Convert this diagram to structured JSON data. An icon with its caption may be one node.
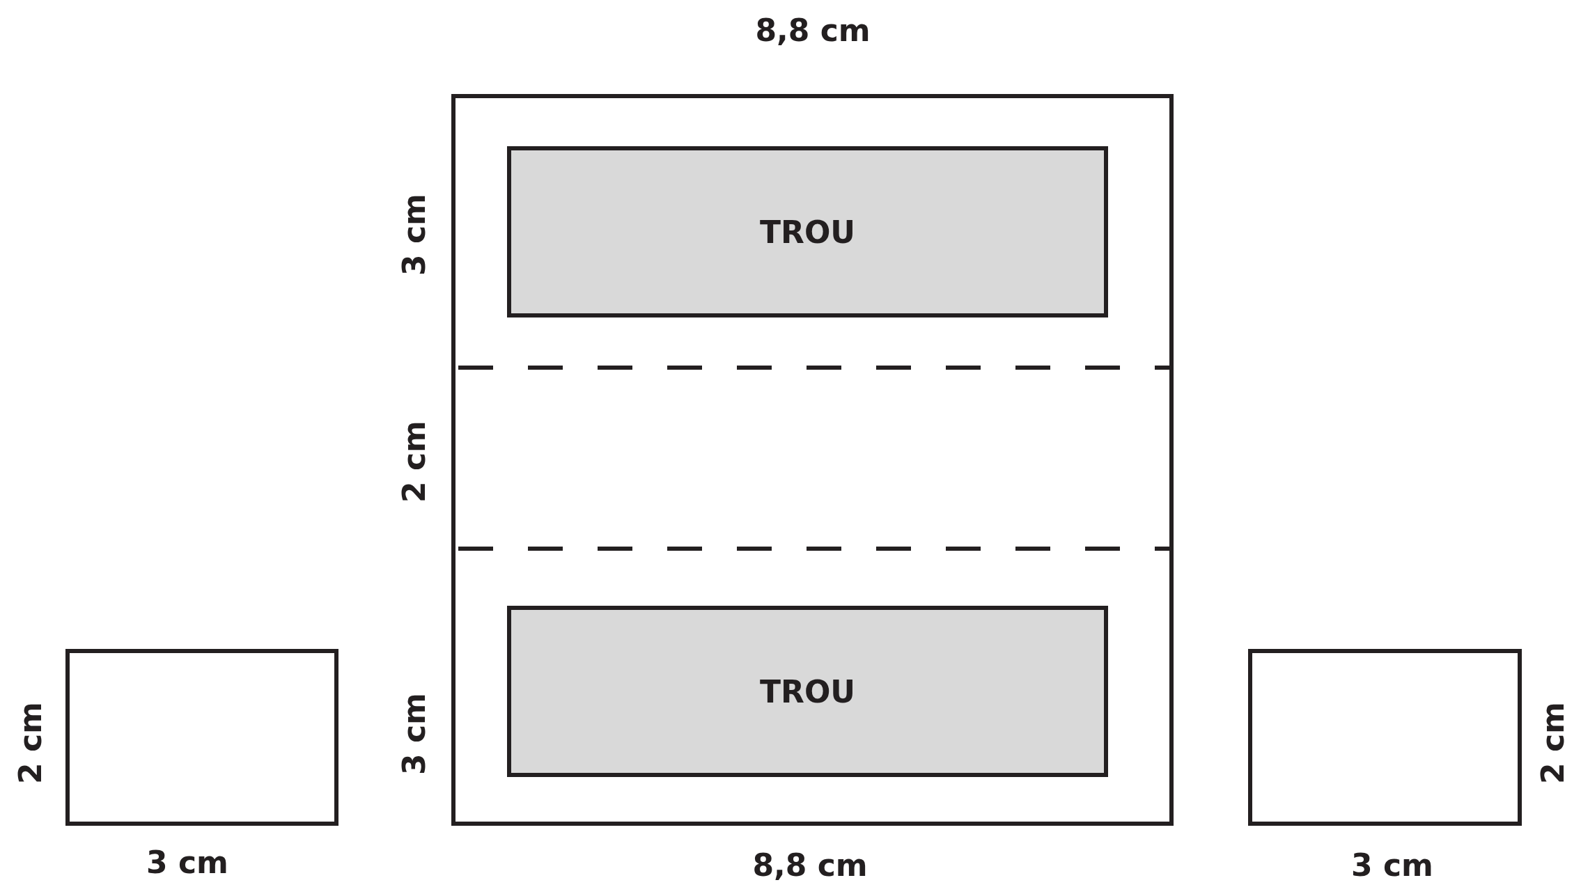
{
  "diagram": {
    "nodes": [
      {
        "text": [],
        "shape": "box"
      },
      {
        "text": [
          "TROU"
        ],
        "in": 0
      },
      {
        "text": [
          "TROU"
        ],
        "in": 0
      },
      {
        "text": [],
        "shape": "box",
        "beside": [
          "2 cm",
          "3 cm"
        ]
      },
      {
        "text": [],
        "shape": "box",
        "beside": [
          "2 cm",
          "3 cm"
        ]
      }
    ],
    "edges": [],
    "labels": [
      "8,8 cm",
      "3 cm",
      "2 cm",
      "3 cm",
      "8,8 cm"
    ]
  }
}
